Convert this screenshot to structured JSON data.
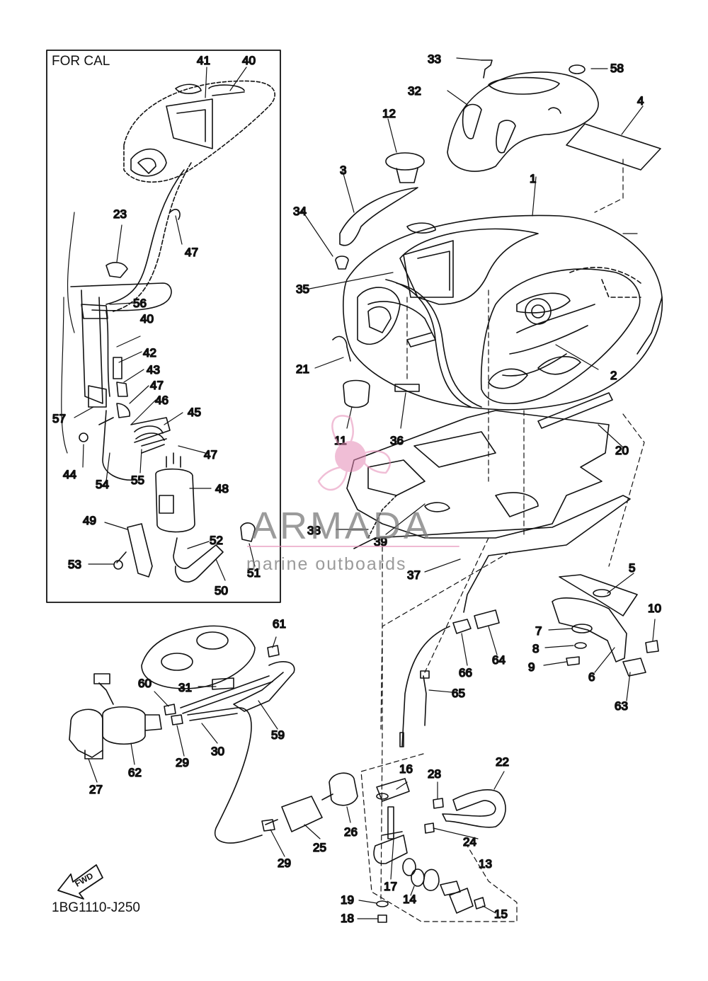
{
  "inset_title": "FOR CAL",
  "diagram_code": "1BG1110-J250",
  "fwd_label": "FWD",
  "watermark": {
    "brand": "ARMADA",
    "tagline": "marine outboards",
    "accent_color": "#e58ab5"
  },
  "callouts": [
    "1",
    "2",
    "3",
    "4",
    "5",
    "6",
    "7",
    "8",
    "9",
    "10",
    "11",
    "12",
    "13",
    "14",
    "15",
    "16",
    "17",
    "18",
    "19",
    "20",
    "21",
    "22",
    "23",
    "24",
    "25",
    "26",
    "27",
    "28",
    "29",
    "29",
    "30",
    "31",
    "32",
    "33",
    "34",
    "35",
    "36",
    "37",
    "38",
    "39",
    "40",
    "40",
    "41",
    "42",
    "43",
    "44",
    "45",
    "46",
    "47",
    "47",
    "47",
    "48",
    "49",
    "50",
    "51",
    "52",
    "53",
    "54",
    "55",
    "56",
    "57",
    "58",
    "59",
    "60",
    "61",
    "62",
    "63",
    "64",
    "65",
    "66"
  ]
}
